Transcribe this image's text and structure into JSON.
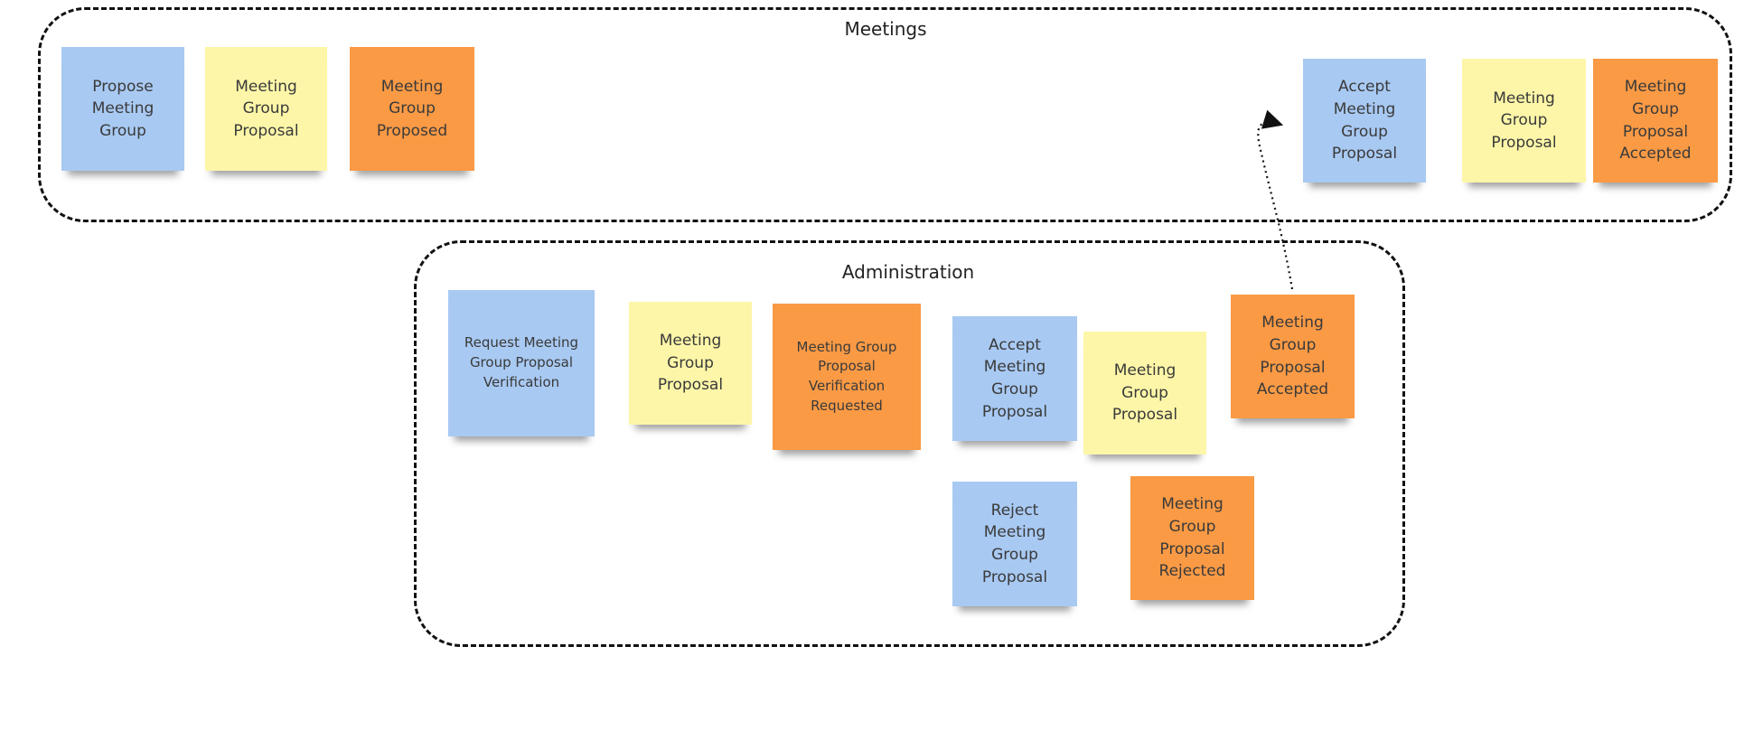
{
  "boundaries": [
    {
      "id": "meetings",
      "title": "Meetings"
    },
    {
      "id": "administration",
      "title": "Administration"
    }
  ],
  "stickies": [
    {
      "id": "propose-meeting-group",
      "kind": "command",
      "color": "#a8c9f2",
      "text": "Propose\nMeeting\nGroup"
    },
    {
      "id": "meeting-group-proposal-1",
      "kind": "aggregate",
      "color": "#fdf6a8",
      "text": "Meeting\nGroup\nProposal"
    },
    {
      "id": "meeting-group-proposed",
      "kind": "event",
      "color": "#fa9a45",
      "text": "Meeting\nGroup\nProposed"
    },
    {
      "id": "accept-meeting-group-proposal-1",
      "kind": "command",
      "color": "#a8c9f2",
      "text": "Accept\nMeeting\nGroup\nProposal"
    },
    {
      "id": "meeting-group-proposal-2",
      "kind": "aggregate",
      "color": "#fdf6a8",
      "text": "Meeting\nGroup\nProposal"
    },
    {
      "id": "meeting-group-proposal-accepted-1",
      "kind": "event",
      "color": "#fa9a45",
      "text": "Meeting\nGroup\nProposal\nAccepted"
    },
    {
      "id": "request-verification",
      "kind": "command",
      "color": "#a8c9f2",
      "text": "Request Meeting\nGroup Proposal\nVerification"
    },
    {
      "id": "meeting-group-proposal-3",
      "kind": "aggregate",
      "color": "#fdf6a8",
      "text": "Meeting\nGroup\nProposal"
    },
    {
      "id": "verification-requested",
      "kind": "event",
      "color": "#fa9a45",
      "text": "Meeting Group\nProposal\nVerification\nRequested"
    },
    {
      "id": "accept-meeting-group-proposal-2",
      "kind": "command",
      "color": "#a8c9f2",
      "text": "Accept\nMeeting\nGroup\nProposal"
    },
    {
      "id": "meeting-group-proposal-4",
      "kind": "aggregate",
      "color": "#fdf6a8",
      "text": "Meeting\nGroup\nProposal"
    },
    {
      "id": "meeting-group-proposal-accepted-2",
      "kind": "event",
      "color": "#fa9a45",
      "text": "Meeting\nGroup\nProposal\nAccepted"
    },
    {
      "id": "reject-meeting-group-proposal",
      "kind": "command",
      "color": "#a8c9f2",
      "text": "Reject\nMeeting\nGroup\nProposal"
    },
    {
      "id": "meeting-group-proposal-rejected",
      "kind": "event",
      "color": "#fa9a45",
      "text": "Meeting\nGroup\nProposal\nRejected"
    }
  ],
  "connections": [
    {
      "from": "meeting-group-proposal-accepted-2",
      "to": "accept-meeting-group-proposal-1",
      "style": "dotted",
      "arrow": "filled"
    }
  ]
}
